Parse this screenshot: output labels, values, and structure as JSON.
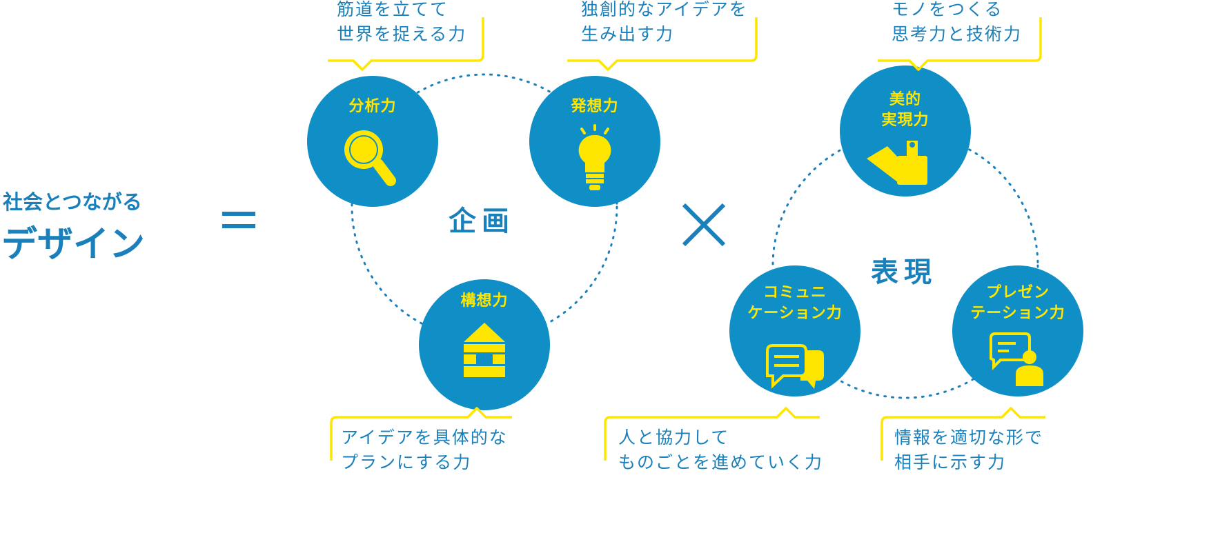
{
  "headline": {
    "line1": "社会とつながる",
    "line2": "デザイン"
  },
  "equals": "＝",
  "times": "×",
  "groups": [
    {
      "label": "企画",
      "skills": [
        {
          "name": "分析力",
          "icon": "magnifier-icon",
          "caption": [
            "筋道を立てて",
            "世界を捉える力"
          ]
        },
        {
          "name": "発想力",
          "icon": "lightbulb-icon",
          "caption": [
            "独創的なアイデアを",
            "生み出す力"
          ]
        },
        {
          "name": "構想力",
          "icon": "blocks-icon",
          "caption": [
            "アイデアを具体的な",
            "プランにする力"
          ]
        }
      ]
    },
    {
      "label": "表現",
      "skills": [
        {
          "name": [
            "美的",
            "実現力"
          ],
          "icon": "paintbrush-icon",
          "caption": [
            "モノをつくる",
            "思考力と技術力"
          ]
        },
        {
          "name": [
            "コミュニ",
            "ケーション力"
          ],
          "icon": "chat-bubbles-icon",
          "caption": [
            "人と協力して",
            "ものごとを進めていく力"
          ]
        },
        {
          "name": [
            "プレゼン",
            "テーション力"
          ],
          "icon": "presenter-icon",
          "caption": [
            "情報を適切な形で",
            "相手に示す力"
          ]
        }
      ]
    }
  ],
  "colors": {
    "blue": "#0f8fc6",
    "text_blue": "#1a80bb",
    "yellow": "#ffe600"
  }
}
